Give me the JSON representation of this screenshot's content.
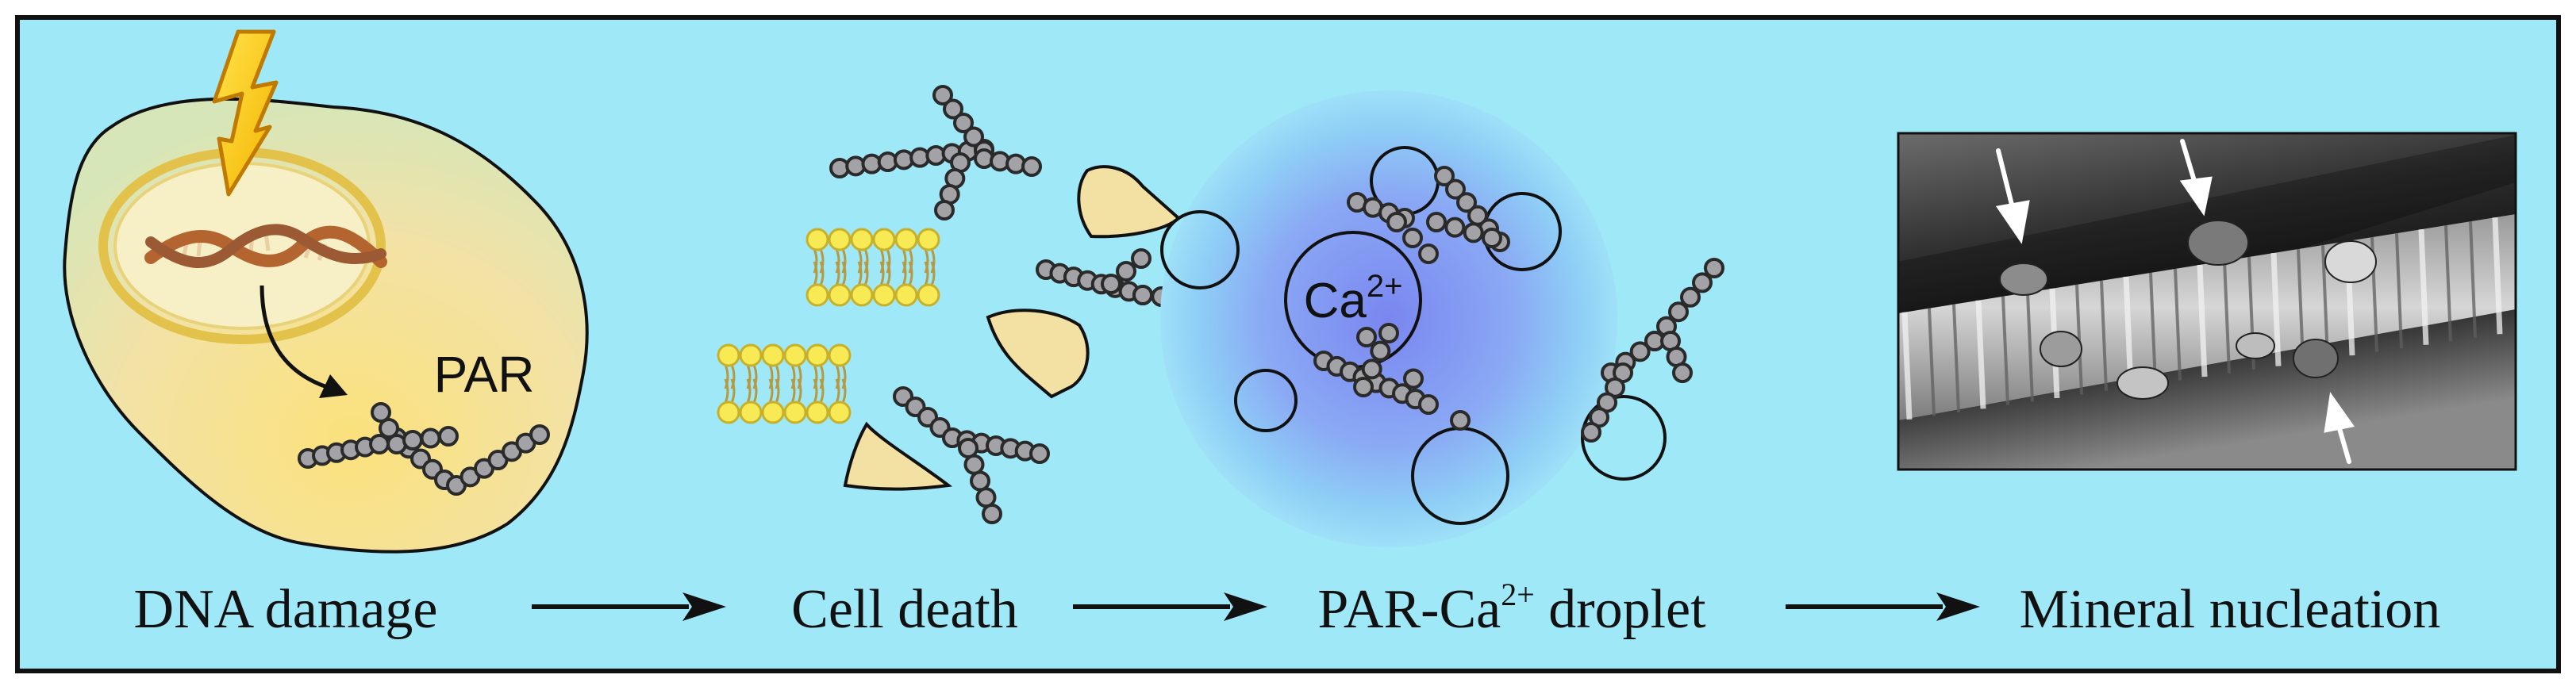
{
  "colors": {
    "background": "#9fe8f8",
    "border": "#111111",
    "cell_fill": "#efe3a5",
    "nucleus_ring": "#e4c54a",
    "bead": "#a3a3a7",
    "bead_outline": "#2a2a2a",
    "lipid_head": "#f7ea55",
    "droplet_core": "#7b8ff2",
    "droplet_edge": "#86d6f5",
    "lightning": "#f5c614",
    "dna": "#b7693a"
  },
  "stages": [
    {
      "label": "DNA damage"
    },
    {
      "label": "Cell death"
    },
    {
      "label_main": "PAR-Ca",
      "label_sup": "2+",
      "label_tail": " droplet"
    },
    {
      "label": "Mineral nucleation"
    }
  ],
  "cell_labels": {
    "par": "PAR"
  },
  "droplet": {
    "ion": "Ca",
    "ion_charge": "2+"
  },
  "icons": [
    "lightning-icon",
    "dna-helix-icon",
    "curved-arrow-icon",
    "arrow-right-icon",
    "white-arrow-icon"
  ]
}
